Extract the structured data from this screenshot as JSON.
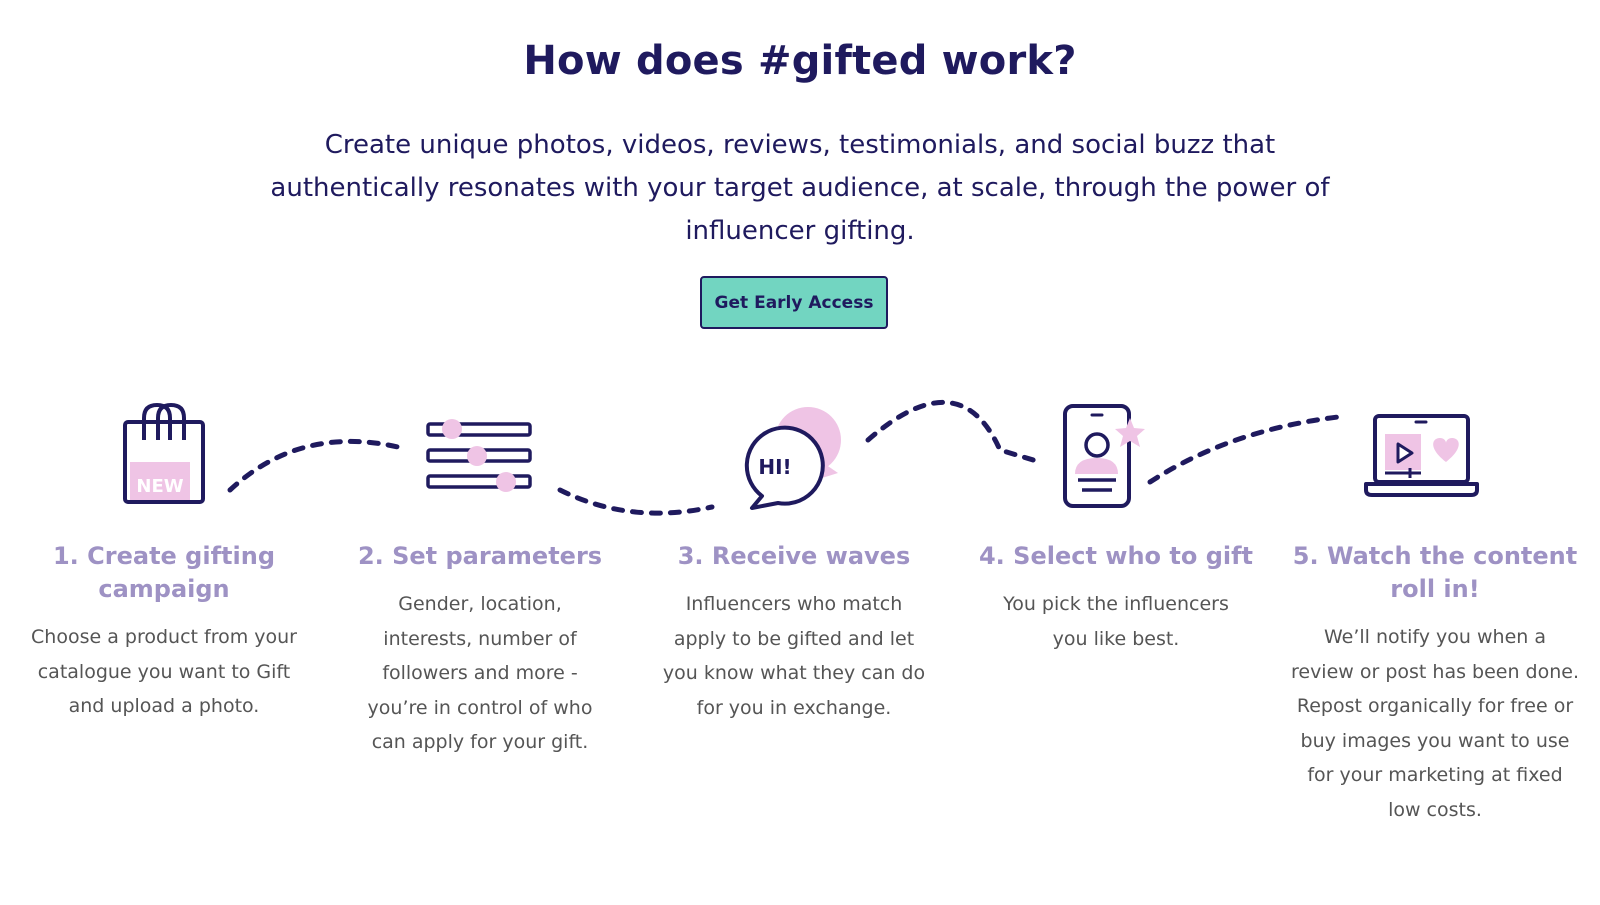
{
  "header": {
    "title": "How does #gifted work?",
    "subtitle": "Create unique photos, videos, reviews, testimonials, and social buzz that authentically resonates with your target audience, at scale, through the power of influencer gifting.",
    "cta_label": "Get Early Access"
  },
  "icons": {
    "bag_badge": "NEW",
    "bubble_text": "HI!",
    "names": [
      "shopping-bag-icon",
      "sliders-icon",
      "speech-bubble-icon",
      "phone-profile-icon",
      "laptop-video-icon"
    ]
  },
  "colors": {
    "navy": "#1f1a5e",
    "pink": "#efc4e5",
    "teal": "#72d5c1",
    "step_title": "#9e92c4",
    "body_text": "#555555"
  },
  "steps": [
    {
      "title": "1. Create gifting campaign",
      "description": "Choose a product from your catalogue you want to Gift and upload a photo."
    },
    {
      "title": "2. Set parameters",
      "description": "Gender, location, interests, number of followers and more - you’re in control of who can apply for your gift."
    },
    {
      "title": "3. Receive waves",
      "description": "Influencers who match apply to be gifted and let you know what they can do for you in exchange."
    },
    {
      "title": "4. Select who to gift",
      "description": "You pick the influencers you like best."
    },
    {
      "title": "5. Watch the content roll in!",
      "description": "We’ll notify you when a review or post has been done. Repost organically for free or buy images you want to use for your marketing at fixed low costs."
    }
  ]
}
